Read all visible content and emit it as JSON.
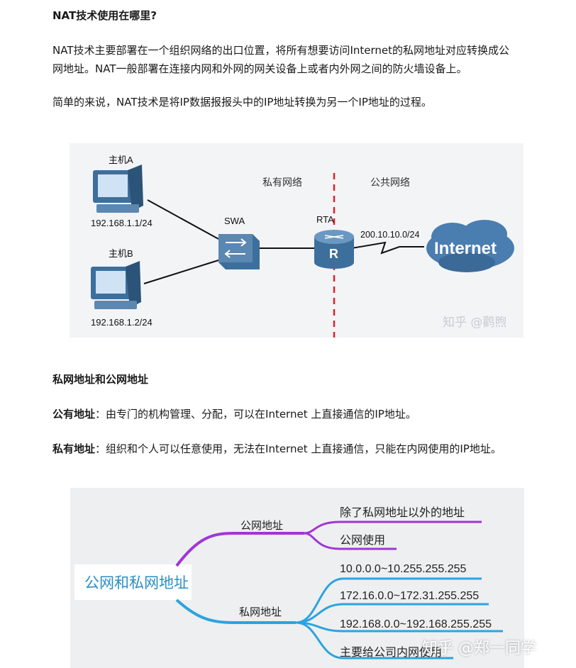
{
  "sections": {
    "heading1": "NAT技术使用在哪里?",
    "para1_line1": "NAT技术主要部署在一个组织网络的出口位置，将所有想要访问Internet的私网地址对应转换成公",
    "para1_line2": "网地址。NAT一般部署在连接内网和外网的网关设备上或者内外网之间的防火墙设备上。",
    "para2": "简单的来说，NAT技术是将IP数据报报头中的IP地址转换为另一个IP地址的过程。",
    "heading2": "私网地址和公网地址",
    "public_term": "公有地址",
    "public_desc": "：由专门的机构管理、分配，可以在Internet 上直接通信的IP地址。",
    "private_term": "私有地址",
    "private_desc": "：组织和个人可以任意使用，无法在Internet 上直接通信，只能在内网使用的IP地址。"
  },
  "network_diagram": {
    "host_a_label": "主机A",
    "host_a_ip": "192.168.1.1/24",
    "host_b_label": "主机B",
    "host_b_ip": "192.168.1.2/24",
    "switch_label": "SWA",
    "router_label": "RTA",
    "router_letter": "R",
    "private_zone": "私有网络",
    "public_zone": "公共网络",
    "wan_ip": "200.10.10.0/24",
    "cloud_label": "Internet",
    "watermark": "知乎 @鹳煦",
    "colors": {
      "divider": "#d9232e",
      "device": "#3d6f9c",
      "cloud": "#4a7db0"
    }
  },
  "mindmap": {
    "root": "公网和私网地址",
    "public_branch": "公网地址",
    "public_items": [
      "除了私网地址以外的地址",
      "公网使用"
    ],
    "private_branch": "私网地址",
    "private_items": [
      "10.0.0.0~10.255.255.255",
      "172.16.0.0~172.31.255.255",
      "192.168.0.0~192.168.255.255",
      "主要给公司内网使用"
    ],
    "watermark": "知乎 @郑一同学",
    "colors": {
      "public": "#a235d6",
      "private": "#2ba4df"
    }
  }
}
